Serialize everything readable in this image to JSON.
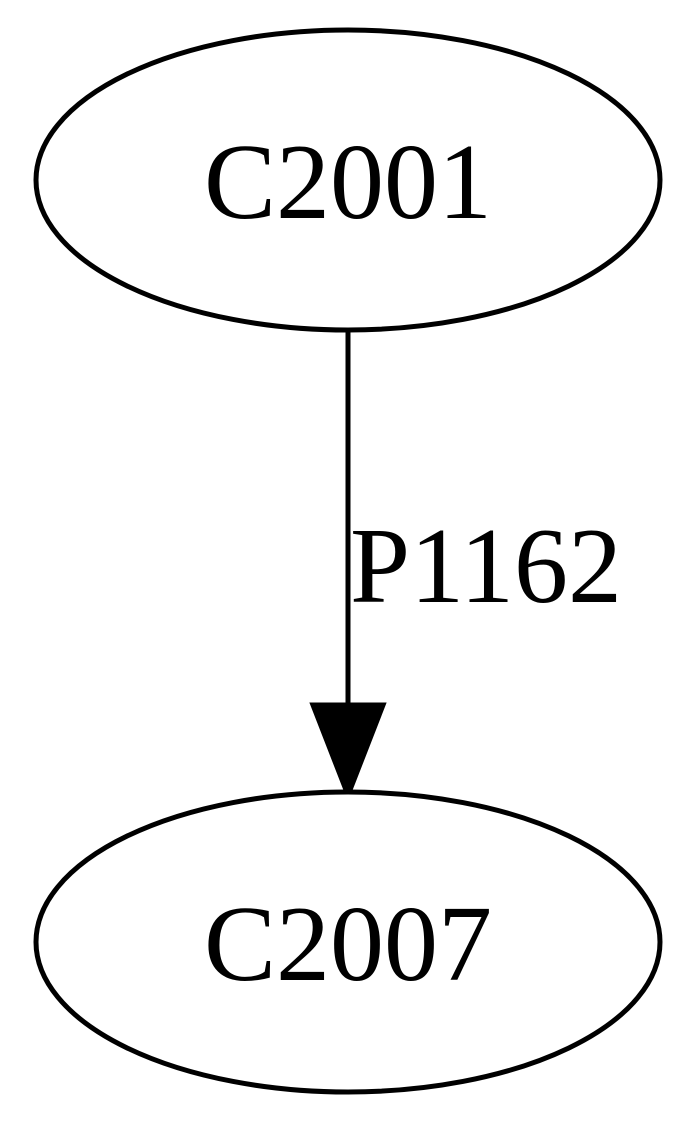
{
  "graph": {
    "nodes": [
      {
        "id": "C2001",
        "label": "C2001"
      },
      {
        "id": "C2007",
        "label": "C2007"
      }
    ],
    "edges": [
      {
        "from": "C2001",
        "to": "C2007",
        "label": "P1162"
      }
    ]
  }
}
